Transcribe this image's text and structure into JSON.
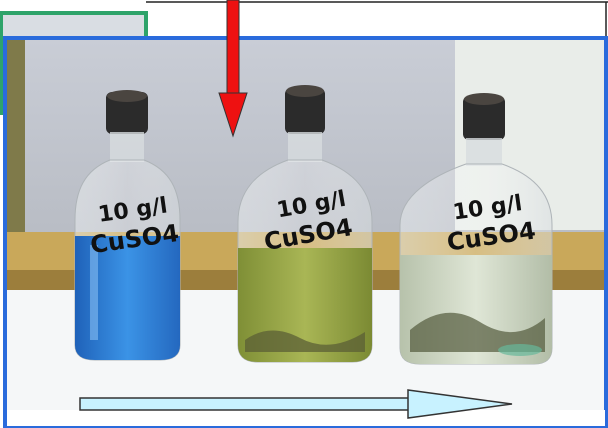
{
  "bottles": [
    {
      "label_line1": "10 g/l",
      "label_line2": "CuSO4",
      "liquid_color": "#2f7fd6"
    },
    {
      "label_line1": "10 g/l",
      "label_line2": "CuSO4",
      "liquid_color": "#9aa746"
    },
    {
      "label_line1": "10 g/l",
      "label_line2": "CuSO4",
      "liquid_color": "#cdd7c2"
    }
  ],
  "colors": {
    "outer_frame": "#2ea36a",
    "photo_frame": "#2a6bdc",
    "down_arrow": "#ee1111",
    "right_arrow_fill": "#c8f2ff",
    "right_arrow_outline": "#333333"
  }
}
